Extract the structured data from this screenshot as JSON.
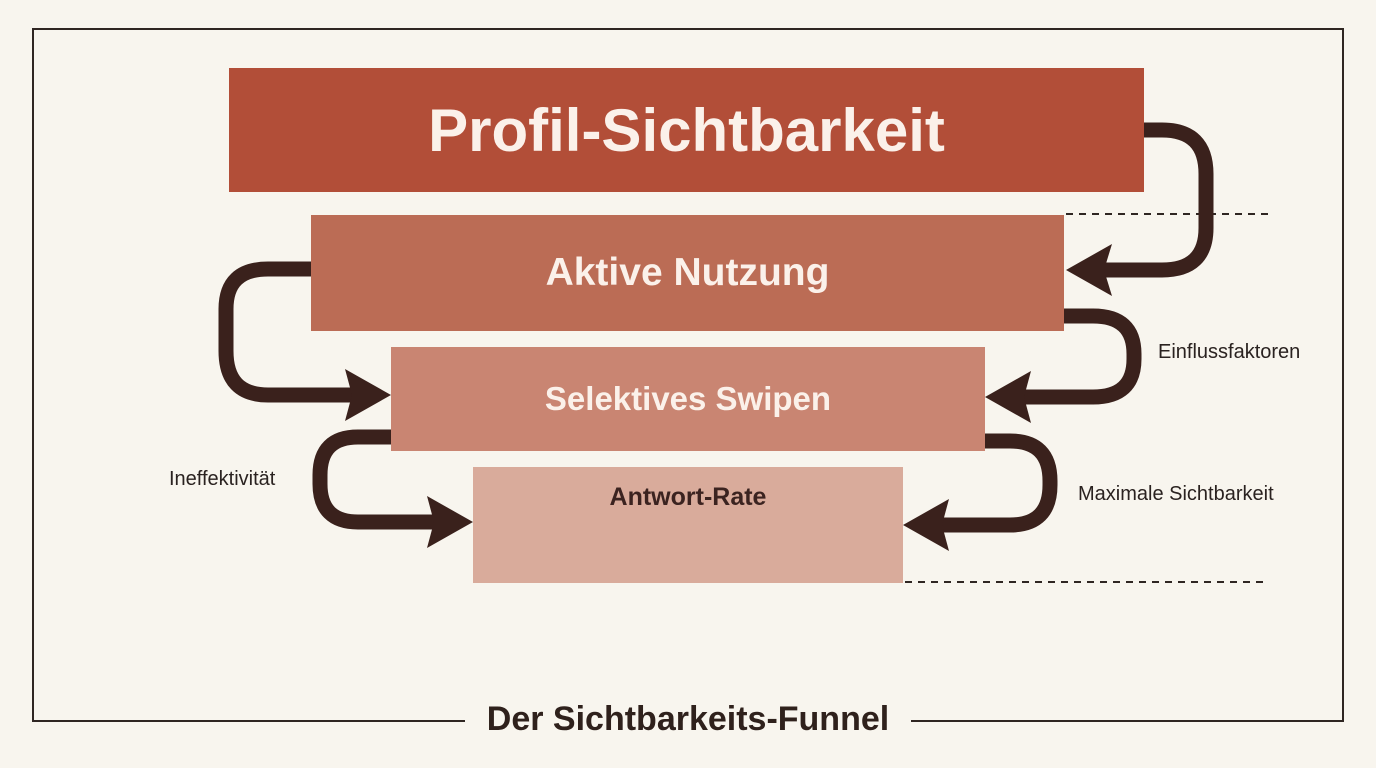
{
  "diagram": {
    "title": "Der Sichtbarkeits-Funnel",
    "stages": [
      {
        "label": "Profil-Sichtbarkeit",
        "color": "#b24e38"
      },
      {
        "label": "Aktive Nutzung",
        "color": "#bb6c55"
      },
      {
        "label": "Selektives Swipen",
        "color": "#c98572"
      },
      {
        "label": "Antwort-Rate",
        "color": "#d9ab9b"
      }
    ],
    "side_labels": {
      "einflussfaktoren": "Einflussfaktoren",
      "ineffektivitaet": "Ineffektivität",
      "maximale_sichtbarkeit": "Maximale Sichtbarkeit"
    },
    "colors": {
      "background": "#f8f5ee",
      "arrow": "#3a211c",
      "frame": "#2f2622"
    }
  }
}
